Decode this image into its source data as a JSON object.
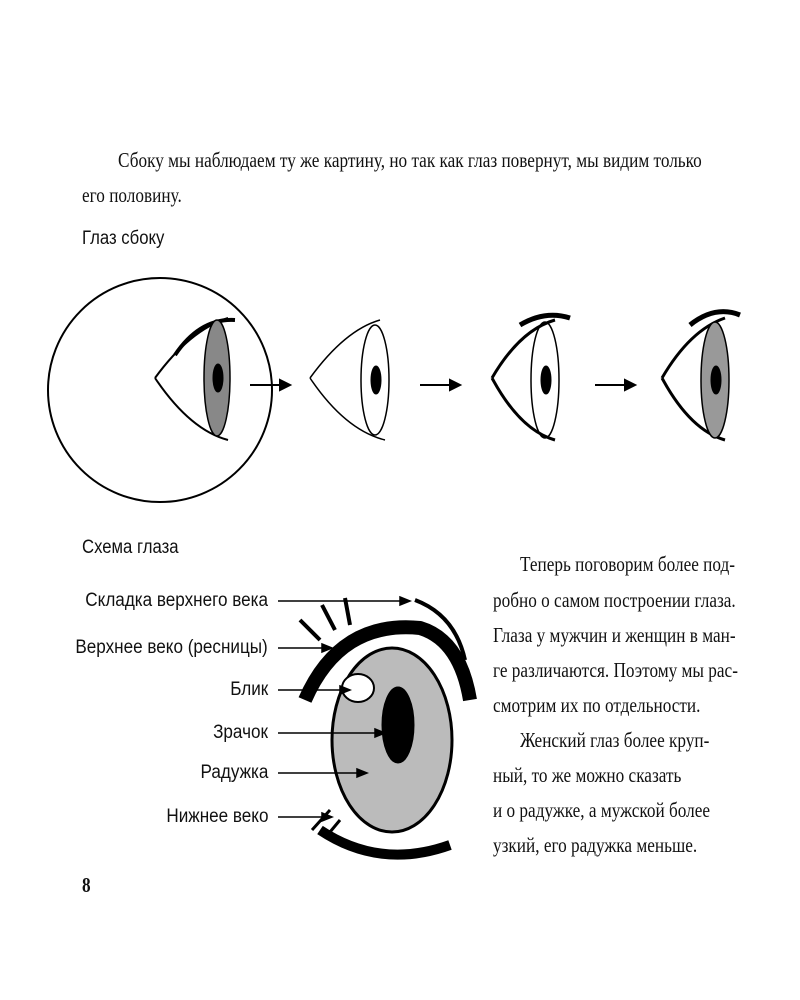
{
  "intro": {
    "lines": [
      "Сбоку мы наблюдаем ту же картину, но так как глаз повернут, мы видим только",
      "его половину."
    ]
  },
  "side_view": {
    "title": "Глаз сбоку"
  },
  "scheme": {
    "title": "Схема глаза",
    "labels": [
      "Складка верхнего века",
      "Верхнее веко (ресницы)",
      "Блик",
      "Зрачок",
      "Радужка",
      "Нижнее веко"
    ]
  },
  "right_text": {
    "lines": [
      "Теперь поговорим более под-",
      "робно о самом построении глаза.",
      "Глаза у мужчин и женщин в ман-",
      "ге различаются. Поэтому мы рас-",
      "смотрим их по отдельности.",
      "Женский глаз более круп-",
      "ный, то же можно сказать",
      "и о радужке, а мужской более",
      "узкий, его радужка меньше."
    ]
  },
  "page_number": "8"
}
